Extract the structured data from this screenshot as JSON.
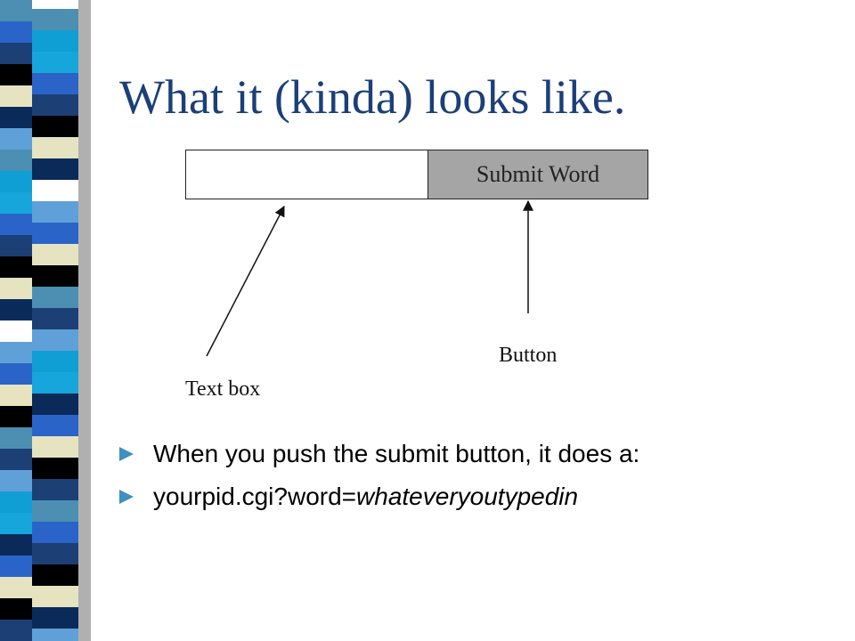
{
  "slide": {
    "title": "What it (kinda) looks like."
  },
  "mockup": {
    "button_label": "Submit Word",
    "textbox_callout": "Text box",
    "button_callout": "Button"
  },
  "bullets": [
    {
      "text": "When you push the submit button, it does a:"
    },
    {
      "prefix": "yourpid.cgi?word=",
      "emphasis": "whateveryoutypedin"
    }
  ],
  "colors": {
    "title": "#1b3f78",
    "bullet": "#3f8fc0",
    "button_fill": "#a5a5a5"
  }
}
